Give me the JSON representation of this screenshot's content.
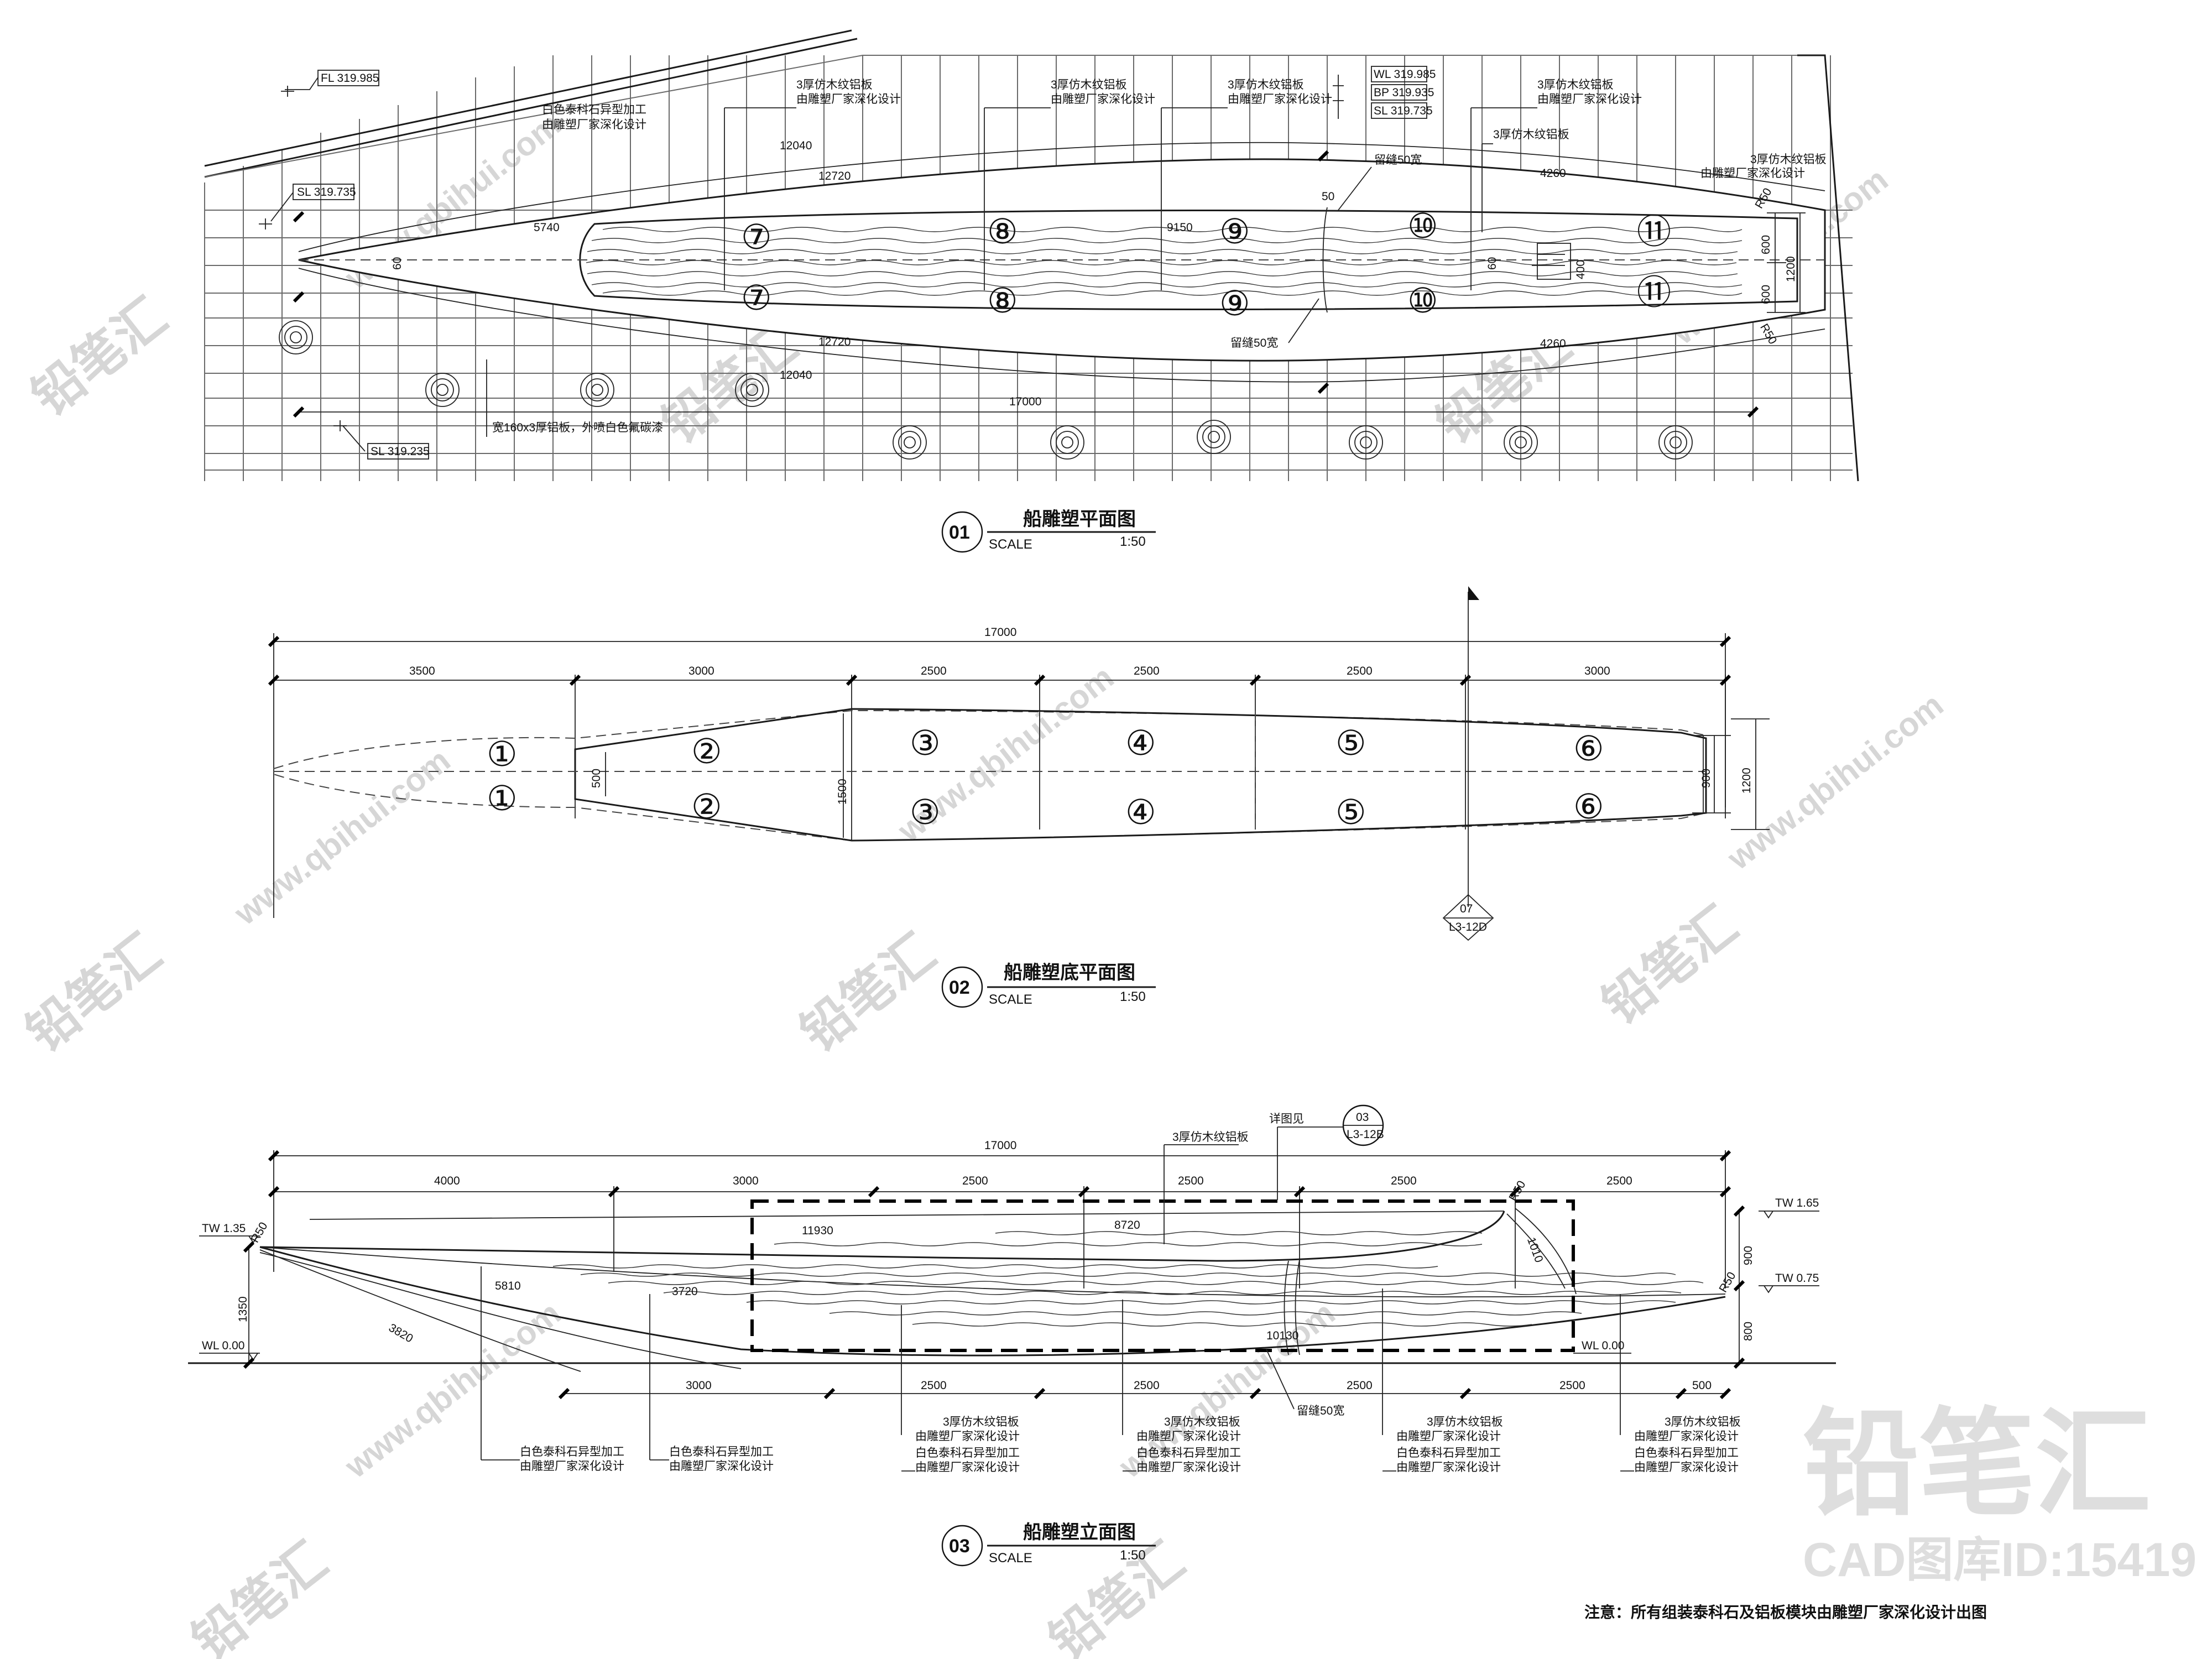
{
  "drawing01": {
    "level_labels": [
      "FL 319.985",
      "SL 319.735",
      "SL 319.235",
      "WL 319.985",
      "BP 319.935",
      "SL 319.735"
    ],
    "notes": {
      "white_stone_1": "白色泰科石异型加工",
      "white_stone_2": "由雕塑厂家深化设计",
      "woodgrain_1": "3厚仿木纹铝板",
      "woodgrain_2": "由雕塑厂家深化设计",
      "gap": "留缝50宽",
      "strip": "宽160x3厚铝板，外喷白色氟碳漆"
    },
    "dims": {
      "d12040": "12040",
      "d12720": "12720",
      "d5740": "5740",
      "d9150": "9150",
      "d4260": "4260",
      "d17000": "17000",
      "d60": "60",
      "d50": "50",
      "d600": "600",
      "d1200": "1200",
      "r50": "R50",
      "d400": "400"
    },
    "panels": [
      "⑦",
      "⑧",
      "⑨",
      "⑩",
      "⑪"
    ],
    "title": "船雕塑平面图",
    "number": "01",
    "scale_label": "SCALE",
    "scale_value": "1:50"
  },
  "drawing02": {
    "dims_top": [
      "17000"
    ],
    "dims_segments": [
      "3500",
      "3000",
      "2500",
      "2500",
      "2500",
      "3000"
    ],
    "dims_side": {
      "d500": "500",
      "d1500": "1500",
      "d900": "900",
      "d1200": "1200"
    },
    "panels": [
      "①",
      "②",
      "③",
      "④",
      "⑤",
      "⑥"
    ],
    "section_marker": {
      "number": "07",
      "ref": "L3-12D"
    },
    "title": "船雕塑底平面图",
    "number": "02",
    "scale_label": "SCALE",
    "scale_value": "1:50"
  },
  "drawing03": {
    "dims_top": [
      "17000"
    ],
    "dims_top_segments": [
      "4000",
      "3000",
      "2500",
      "2500",
      "2500",
      "2500"
    ],
    "dims_bottom_segments": [
      "3000",
      "2500",
      "2500",
      "2500",
      "2500",
      "500"
    ],
    "radii": [
      "11930",
      "8720",
      "5810",
      "3720",
      "3820",
      "10130",
      "1010"
    ],
    "levels": {
      "tw135": "TW 1.35",
      "tw165": "TW 1.65",
      "tw075": "TW 0.75",
      "wl_left": "WL 0.00",
      "wl_right": "WL 0.00"
    },
    "heights": {
      "h1350": "1350",
      "h900": "900",
      "h800": "800",
      "r50a": "R50",
      "r50b": "R50",
      "r50c": "R50"
    },
    "detail_ref": {
      "label": "详图见",
      "number": "03",
      "ref": "L3-12B"
    },
    "woodgrain_top": "3厚仿木纹铝板",
    "gap": "留缝50宽",
    "note_wood": "3厚仿木纹铝板",
    "note_maker": "由雕塑厂家深化设计",
    "note_stone": "白色泰科石异型加工",
    "title": "船雕塑立面图",
    "number": "03",
    "scale_label": "SCALE",
    "scale_value": "1:50"
  },
  "footer_note": "注意：所有组装泰科石及铝板模块由雕塑厂家深化设计出图",
  "watermark": {
    "brand": "铅笔汇",
    "url": "www.qbihui.com",
    "cad_id": "CAD图库ID:15419"
  }
}
